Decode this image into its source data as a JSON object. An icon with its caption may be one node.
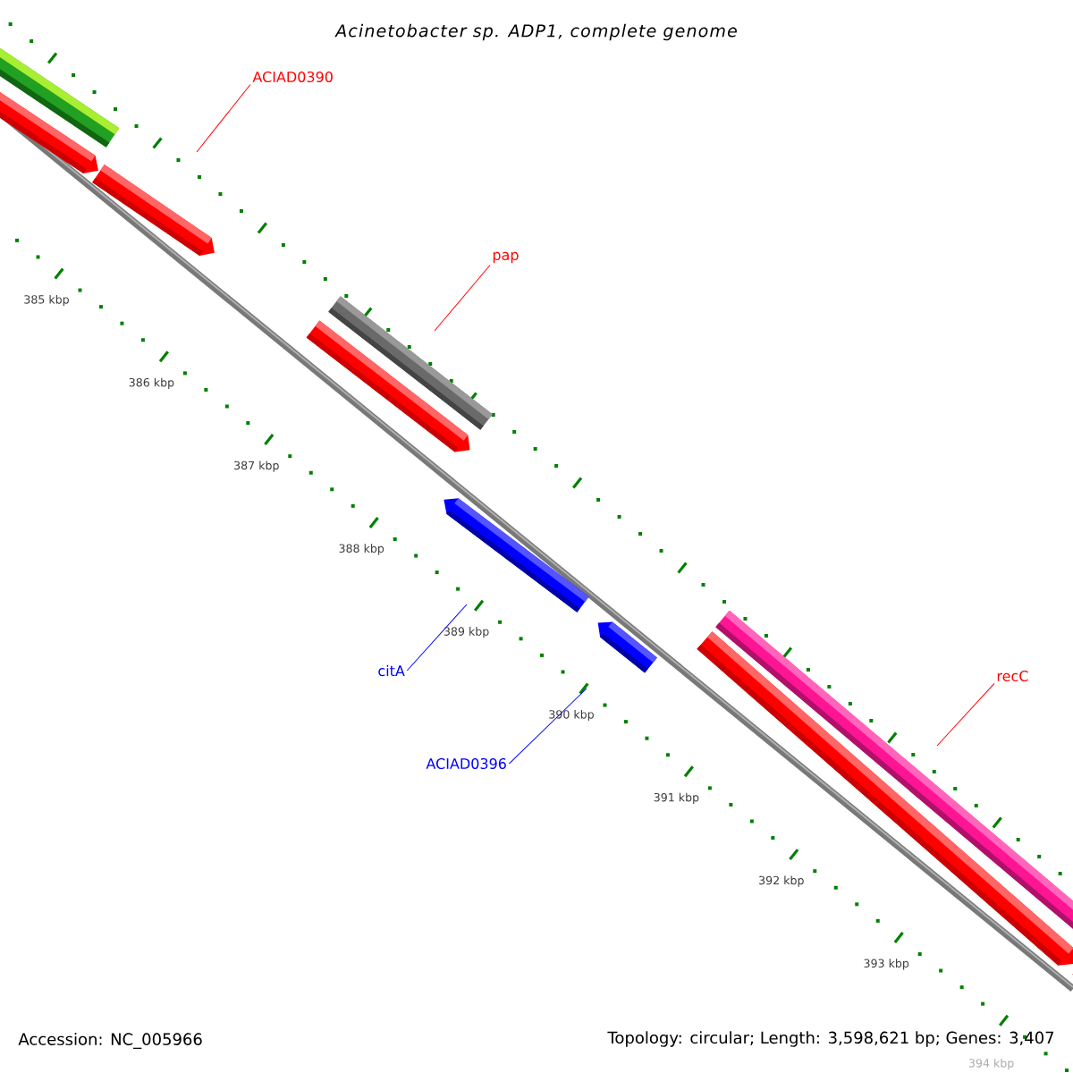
{
  "diagram": {
    "title": "Acinetobacter sp. ADP1, complete genome",
    "nodes": [
      {
        "text": [
          "ACIAD0390"
        ]
      },
      {
        "text": [
          "pap"
        ]
      },
      {
        "text": [
          "citA"
        ]
      },
      {
        "text": [
          "ACIAD0396"
        ]
      },
      {
        "text": [
          "recC"
        ]
      }
    ],
    "edges": [
      {
        "from": 0,
        "to": null,
        "arrow": "none"
      },
      {
        "from": 1,
        "to": null,
        "arrow": "none"
      },
      {
        "from": 2,
        "to": null,
        "arrow": "none",
        "color": "#0000ff"
      },
      {
        "from": 3,
        "to": null,
        "arrow": "none",
        "color": "#0000ff"
      },
      {
        "from": 4,
        "to": null,
        "arrow": "none"
      }
    ],
    "labels": [
      "385 kbp",
      "386 kbp",
      "387 kbp",
      "388 kbp",
      "389 kbp",
      "390 kbp",
      "391 kbp",
      "392 kbp",
      "393 kbp",
      "394 kbp",
      "Accession: NC_005966",
      "Topology: circular; Length: 3,598,621 bp; Genes: 3,407"
    ]
  }
}
